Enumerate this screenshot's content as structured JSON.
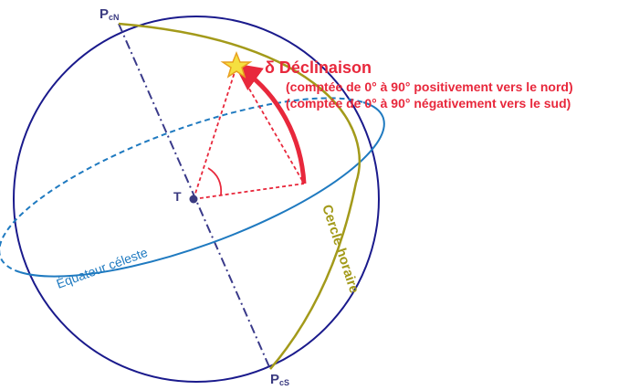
{
  "labels": {
    "pole_north": {
      "main": "P",
      "sub": "cN"
    },
    "pole_south": {
      "main": "P",
      "sub": "cS"
    },
    "center": "T",
    "declination_title": "δ Déclinaison",
    "declination_note_north": "(comptée de 0° à 90° positivement vers le nord)",
    "declination_note_south": "(comptée de 0° à 90° négativement vers le sud)",
    "equator": "Équateur céleste",
    "hour_circle": "Cercle horaire"
  },
  "colors": {
    "sphere_outline": "#1a1a8c",
    "axis": "#3a3a8a",
    "equator": "#1f7ac0",
    "hour_circle": "#a39a1a",
    "declination": "#e8283c",
    "star_fill": "#f5e040",
    "star_stroke": "#e8a020",
    "center_point": "#3a3a80"
  },
  "icons": {
    "star": "star-icon"
  }
}
